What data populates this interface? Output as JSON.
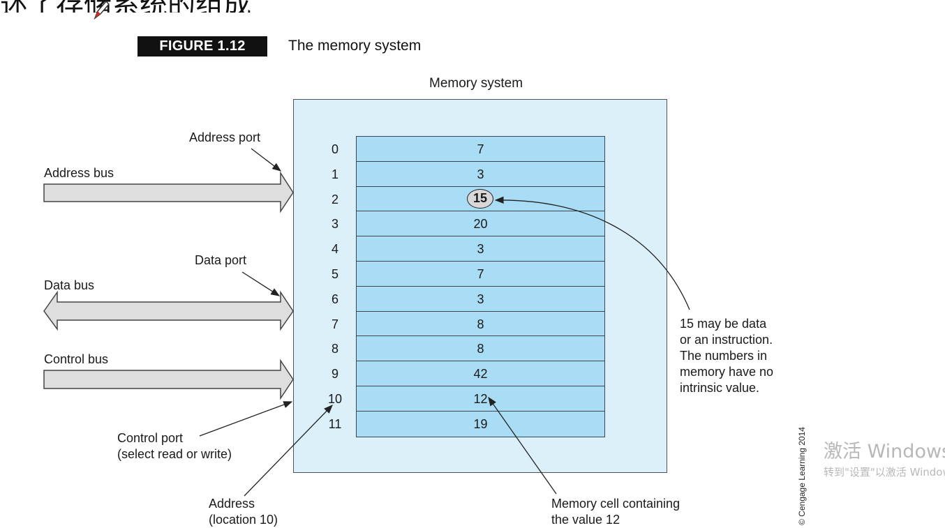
{
  "heading": "述了存储系统的组成",
  "figure": {
    "badge": "FIGURE 1.12",
    "caption": "The memory system"
  },
  "memory": {
    "title": "Memory system",
    "cells": [
      {
        "address": "0",
        "value": "7"
      },
      {
        "address": "1",
        "value": "3"
      },
      {
        "address": "2",
        "value": "15"
      },
      {
        "address": "3",
        "value": "20"
      },
      {
        "address": "4",
        "value": "3"
      },
      {
        "address": "5",
        "value": "7"
      },
      {
        "address": "6",
        "value": "3"
      },
      {
        "address": "7",
        "value": "8"
      },
      {
        "address": "8",
        "value": "8"
      },
      {
        "address": "9",
        "value": "42"
      },
      {
        "address": "10",
        "value": "12"
      },
      {
        "address": "11",
        "value": "19"
      }
    ]
  },
  "labels": {
    "address_port": "Address port",
    "address_bus": "Address bus",
    "data_port": "Data port",
    "data_bus": "Data bus",
    "control_bus": "Control bus",
    "control_port_1": "Control port",
    "control_port_2": "(select read or write)",
    "address_1": "Address",
    "address_2": "(location 10)",
    "cell_1": "Memory cell containing",
    "cell_2": "the value 12",
    "note_1": "15 may be data",
    "note_2": "or an instruction.",
    "note_3": "The numbers in",
    "note_4": "memory have no",
    "note_5": "intrinsic value."
  },
  "copyright": "© Cengage Learning 2014",
  "watermark": {
    "line1": "激活 Windows",
    "line2": "转到\"设置\"以激活 Windows。"
  },
  "colors": {
    "memory_bg": "#dcf0fa",
    "cell_bg": "#a9dcf5",
    "arrow_fill": "#dedede"
  }
}
